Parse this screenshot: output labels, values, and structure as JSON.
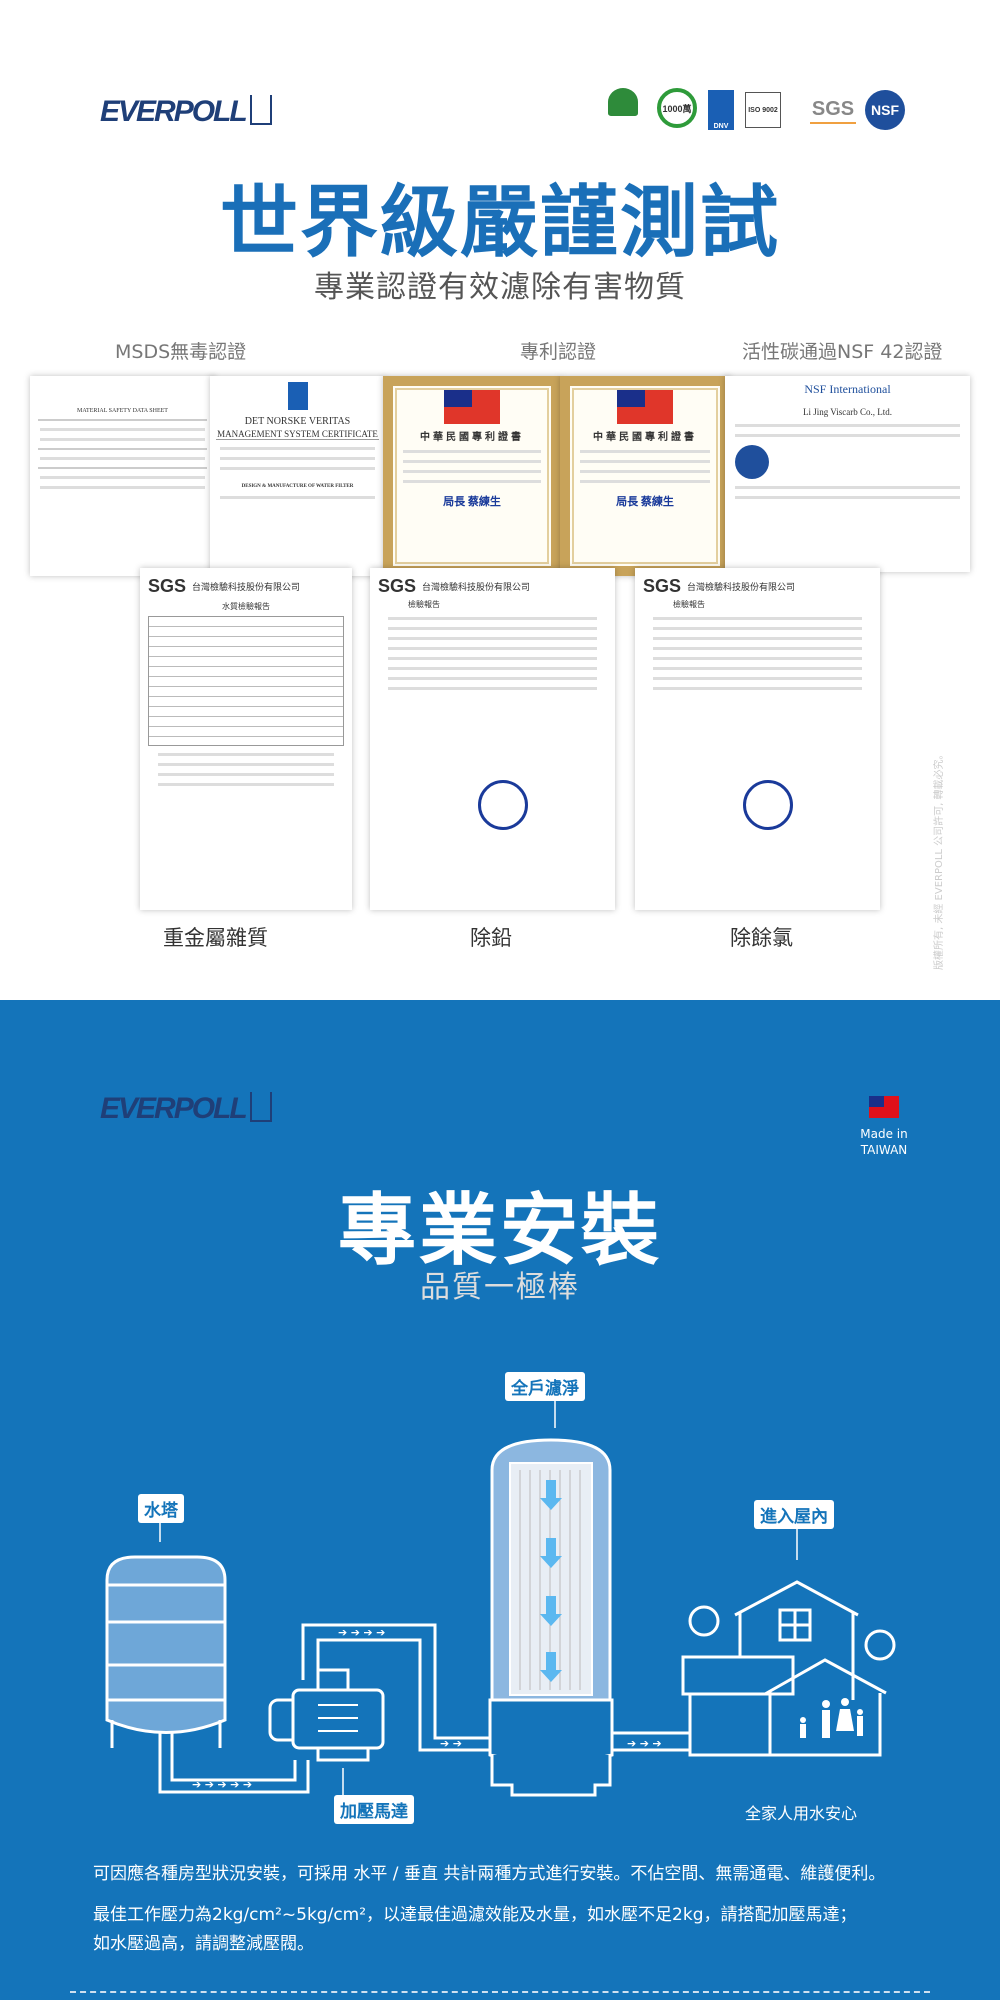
{
  "top": {
    "brand": "EVERPOLL",
    "cert_badges": [
      "1000萬",
      "DNV",
      "ISO 9002",
      "SGS",
      "NSF"
    ],
    "title": "世界級嚴謹測試",
    "subtitle": "專業認證有效濾除有害物質",
    "section_labels": [
      "MSDS無毒認證",
      "專利認證",
      "活性碳通過NSF 42認證"
    ],
    "certificates": {
      "msds": "MATERIAL SAFETY DATA SHEET",
      "dnv_title": "DET NORSKE VERITAS",
      "dnv_subtitle": "MANAGEMENT SYSTEM CERTIFICATE",
      "dnv_scope": "DESIGN & MANUFACTURE OF WATER FILTER",
      "patent1_title": "中華民國專利證書",
      "patent2_title": "中華民國專利證書",
      "patent_signer": "局長 蔡練生",
      "nsf_title": "NSF International",
      "nsf_company": "Li Jing Viscarb Co., Ltd.",
      "sgs_company": "台灣檢驗科技股份有限公司",
      "sgs_report": "檢驗報告",
      "sgs_water_report": "水質檢驗報告"
    },
    "test_labels": [
      "重金屬雜質",
      "除鉛",
      "除餘氯"
    ],
    "copyright": "版權所有, 未經 EVERPOLL 公司許可, 轉載必究。"
  },
  "bottom": {
    "brand": "EVERPOLL",
    "made_in": "Made in",
    "country": "TAIWAN",
    "title": "專業安裝",
    "subtitle": "品質一極棒",
    "diagram": {
      "filter_label": "全戶濾淨",
      "tank_label": "水塔",
      "house_label": "進入屋內",
      "pump_label": "加壓馬達",
      "family_caption": "全家人用水安心"
    },
    "paragraphs": [
      "可因應各種房型狀況安裝，可採用 水平 / 垂直 共計兩種方式進行安裝。不佔空間、無需通電、維護便利。",
      "最佳工作壓力為2kg/cm²~5kg/cm²，以達最佳過濾效能及水量，如水壓不足2kg，請搭配加壓馬達；",
      "如水壓過高，請調整減壓閥。"
    ]
  },
  "colors": {
    "brand_blue": "#1474ba",
    "title_blue": "#1a6fb8",
    "navy": "#1f3f78"
  }
}
